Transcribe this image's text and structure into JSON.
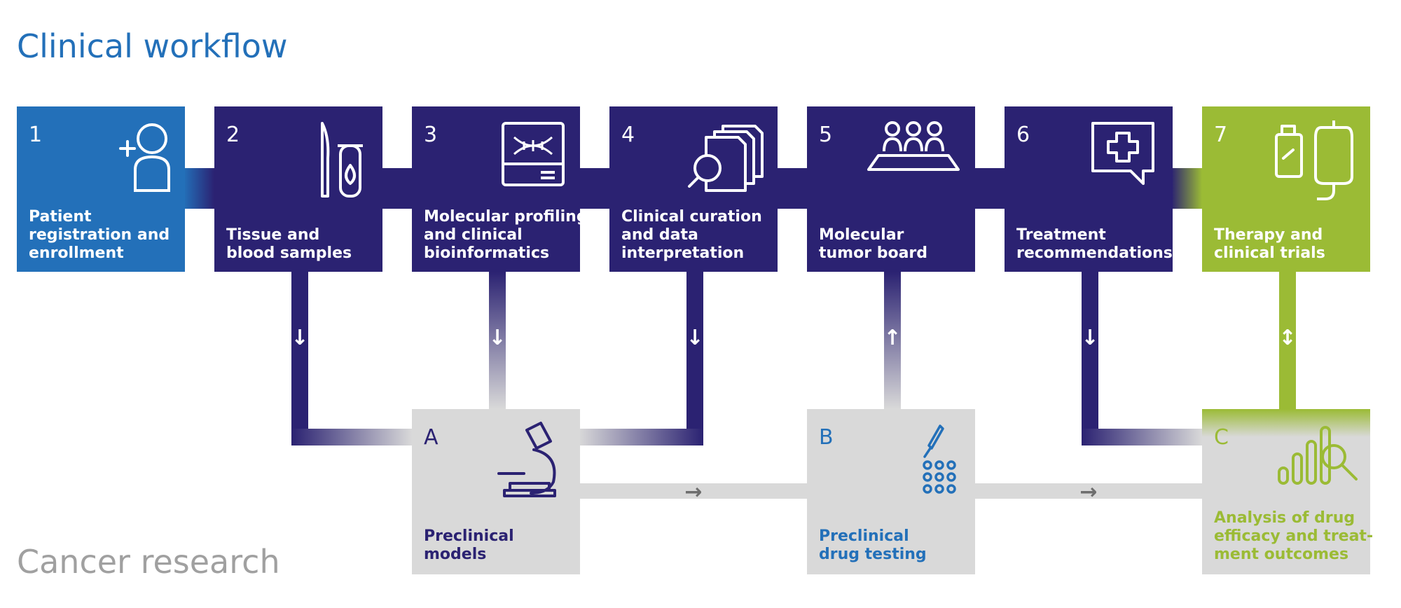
{
  "titles": {
    "clinical": "Clinical workflow",
    "research": "Cancer research"
  },
  "colors": {
    "title_blue": "#2370b9",
    "research_grey": "#a0a0a0",
    "navy": "#2b2272",
    "blue": "#2370b9",
    "green": "#9bbb35",
    "grey_box": "#d9d9d9",
    "white": "#ffffff",
    "arrow_grey": "#6e6e6e"
  },
  "clinical_steps": [
    {
      "number": "1",
      "lines": [
        "Patient",
        "registration and",
        "enrollment"
      ],
      "icon": "patient-add-icon"
    },
    {
      "number": "2",
      "lines": [
        "Tissue and",
        "blood samples"
      ],
      "icon": "scalpel-tube-icon"
    },
    {
      "number": "3",
      "lines": [
        "Molecular profiling",
        "and clinical",
        "bioinformatics"
      ],
      "icon": "dna-sequencer-icon"
    },
    {
      "number": "4",
      "lines": [
        "Clinical curation",
        "and data",
        "interpretation"
      ],
      "icon": "documents-magnifier-icon"
    },
    {
      "number": "5",
      "lines": [
        "Molecular",
        "tumor board"
      ],
      "icon": "board-meeting-icon"
    },
    {
      "number": "6",
      "lines": [
        "Treatment",
        "recommendations"
      ],
      "icon": "medical-cross-bubble-icon"
    },
    {
      "number": "7",
      "lines": [
        "Therapy and",
        "clinical trials"
      ],
      "icon": "medicine-iv-bag-icon"
    }
  ],
  "research_steps": [
    {
      "letter": "A",
      "lines": [
        "Preclinical",
        "models"
      ],
      "icon": "microscope-icon"
    },
    {
      "letter": "B",
      "lines": [
        "Preclinical",
        "drug testing"
      ],
      "icon": "pipette-plate-icon"
    },
    {
      "letter": "C",
      "lines": [
        "Analysis of drug",
        "efficacy and treat-",
        "ment outcomes"
      ],
      "icon": "bar-chart-magnifier-icon"
    }
  ],
  "arrows": {
    "down": "↓",
    "up": "↑",
    "both": "↕",
    "right": "→"
  }
}
